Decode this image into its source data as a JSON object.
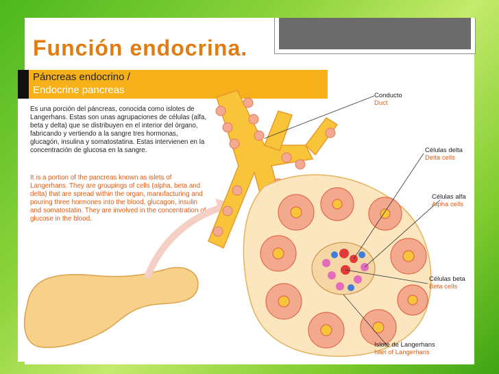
{
  "slide": {
    "title": "Función endocrina."
  },
  "figure": {
    "header_es": "Páncreas endocrino /",
    "header_en": "Endocrine pancreas",
    "paragraph_es": "Es una porción del páncreas, conocida como islotes de Langerhans. Estas son unas agrupaciones de células (alfa, beta y delta) que se distribuyen en el interior del órgano, fabricando y vertiendo a la sangre tres hormonas, glucagón, insulina y somatostatina. Estas intervienen en la concentración de glucosa en la sangre.",
    "paragraph_en": "It is a portion of the pancreas known as islets of Langerhans. They are groupings of cells (alpha, beta and delta) that are spread within the organ, manufacturing and pouring three hormones into the blood, glucagon, insulin and somatostatin. They are involved in the concentration of glucose in the blood.",
    "labels": {
      "duct_es": "Conducto",
      "duct_en": "Duct",
      "delta_es": "Células delta",
      "delta_en": "Delta cells",
      "alpha_es": "Células alfa",
      "alpha_en": "Alpha cells",
      "beta_es": "Células beta",
      "beta_en": "Beta cells",
      "islet_es": "Islote de Langerhans",
      "islet_en": "Islet of Langerhans"
    }
  },
  "colors": {
    "title": "#e07c10",
    "header": "#f6b11a",
    "english_text": "#e05a10",
    "acinus": "#f3a98e",
    "duct": "#f8c53a"
  }
}
